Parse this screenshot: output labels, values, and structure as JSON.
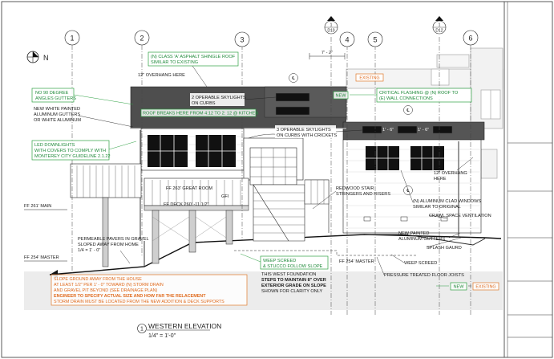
{
  "grid_lines": [
    {
      "id": "1",
      "label": "1"
    },
    {
      "id": "2",
      "label": "2"
    },
    {
      "id": "3",
      "label": "3"
    },
    {
      "id": "4",
      "label": "4"
    },
    {
      "id": "5",
      "label": "5"
    },
    {
      "id": "6",
      "label": "6"
    }
  ],
  "section_markers": [
    {
      "number": "1",
      "sheet": "D10"
    },
    {
      "number": "1",
      "sheet": "D12"
    }
  ],
  "north_label": "N",
  "dimension_top": "7' - 2\"",
  "center_line_symbol": "℄",
  "tags": {
    "existing_top": "EXISTING",
    "new_top": "NEW",
    "new_bottom": "NEW",
    "existing_bottom": "EXISTING"
  },
  "notes": {
    "shingle_roof": [
      "(N) CLASS 'A' ASPHALT SHINGLE ROOF",
      "SIMILAR TO  EXISTING"
    ],
    "overhang_left": "12\" OVERHANG HERE",
    "angles_gutters": [
      "NO 90 DEGREE",
      "ANGLES GUTTERS"
    ],
    "white_gutters": [
      "NEW WHITE PAINTED",
      "ALUMINUM GUTTERS",
      "OR WHITE ALUMINUM"
    ],
    "skylights_two": [
      "2 OPERABLE SKYLIGHTS",
      "ON CURBS"
    ],
    "roof_breaks": "ROOF BREAKS HERE FROM 4:12 TO 2: 12 @ KITCHEN",
    "critical_flashing": [
      "CRITICAL FLASHING @ (N) ROOF TO",
      "(E) WALL CONNECTIONS"
    ],
    "skylights_three": [
      "3 OPERABLE SKYLIGHTS",
      "ON CURBS WITH CRICKETS"
    ],
    "dim_a": "1' - 6\"",
    "dim_b": "1' - 6\"",
    "led_downlights": [
      "LED DOWNLIGHTS",
      "WITH COVERS TO COMPLY WITH",
      "MONTEREY CITY GUIDELINE 2.1.22"
    ],
    "overhang_right": [
      "12\" OVERHANG",
      "HERE"
    ],
    "ff_great_room": "FF 263' GREAT ROOM",
    "gfi": "GFI",
    "ff_deck": "FF DECK 260' -11 1/2\"",
    "ff_261": "FF 261' MAIN",
    "redwood_stair": [
      "REDWOOD STAIR",
      "STRINGERS AND RISERS"
    ],
    "aluminum_windows": [
      "(N) ALUMINUM CLAD WINDOWS",
      "SIMILAR TO ORIGINAL"
    ],
    "crawl_space": "CRAWL SPACE VENTILATION",
    "painted_gutters": [
      "NEW PAINTED",
      "ALUMINUM GUTTERS"
    ],
    "permeable_pavers": [
      "PERMEABLE PAVERS IN GRAVEL",
      "SLOPED AWAY FROM HOME",
      "1/4 = 1' - 0\""
    ],
    "ff_254_left": "FF 254' MASTER",
    "splash_gaurd": "SPLASH GAURD",
    "weep_screed_stucco": [
      "WEEP SCREED",
      "& STUCCO FOLLOW SLOPE"
    ],
    "ff_254_mid": "FF 254' MASTER",
    "weep_screed": "WEEP SCREED",
    "west_foundation": [
      "THIS WEST FOUNDATION",
      "STEPS TO MAINTAIN 8\" OVER",
      "EXTERIOR GRADE ON SLOPE",
      "SHOWN FOR CLARITY ONLY"
    ],
    "floor_joists": "PRESSURE TREATED FLOOR JOISTS",
    "slope_ground": [
      "SLOPE GROUND AWAY FROM THE HOUSE",
      "AT LEAST 1/2\" PER 1' - 0\" TOWARD (N) STORM DRAIN",
      "AND GRAVEL PIT BEYOND (SEE DRAINAGE PLAN)",
      "ENGINEER TO SPECIFY ACTUAL SIZE AND HOW FAR THE RELACEMENT",
      "STORM DRAIN MUST BE LOCATED FROM THE NEW ADDITION & DECK SUPPORTS"
    ]
  },
  "drawing_title": {
    "number": "1",
    "name": "WESTERN ELEVATION",
    "scale": "1/4\" = 1'-0\""
  },
  "colors": {
    "note_green": "#2ea043",
    "note_orange": "#e07a2c",
    "roof_dark": "#4a4a4a",
    "window_black": "#111111",
    "existing_gray": "#d6d6d6"
  }
}
